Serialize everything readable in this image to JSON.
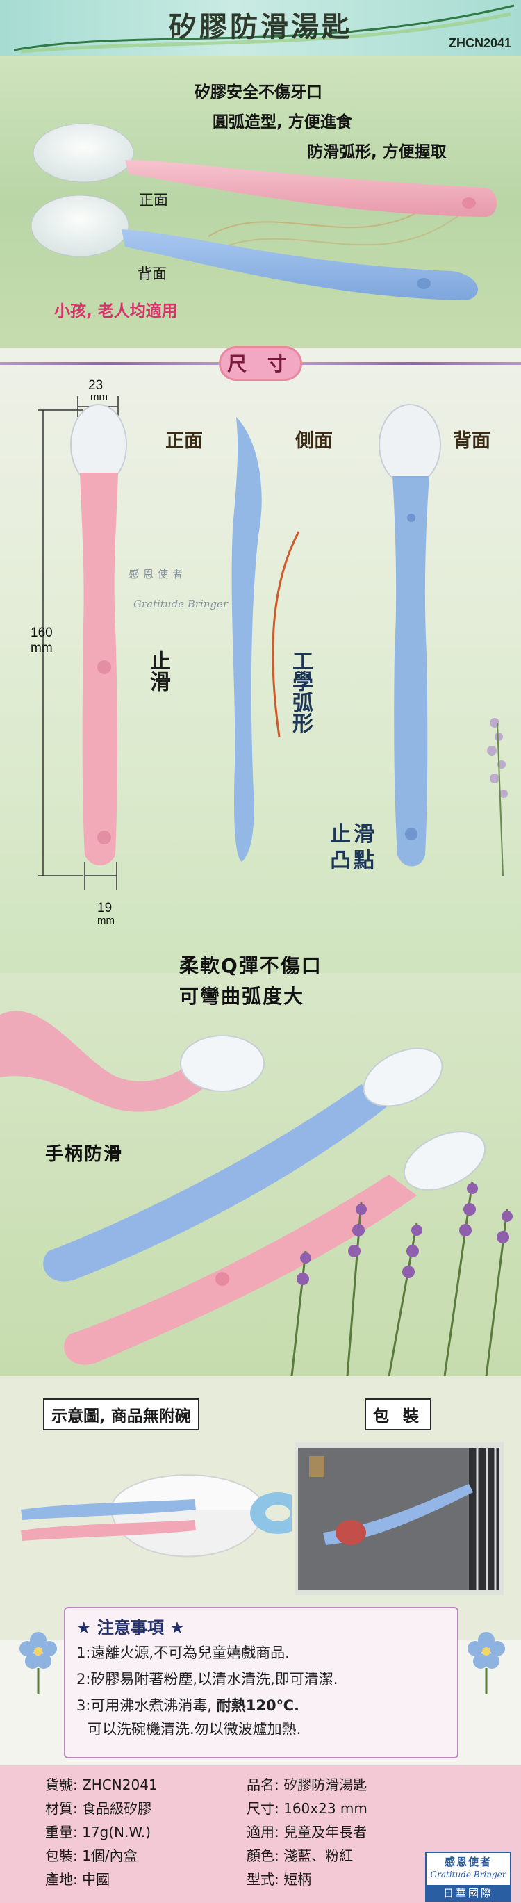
{
  "header": {
    "title": "矽膠防滑湯匙",
    "model_code": "ZHCN2041"
  },
  "features": [
    "矽膠安全不傷牙口",
    "圓弧造型, 方便進食",
    "防滑弧形, 方便握取"
  ],
  "hero": {
    "front_label": "正面",
    "back_label": "背面",
    "audience": "小孩, 老人均適用"
  },
  "size": {
    "heading": "尺 寸",
    "views": {
      "front": "正面",
      "side": "側面",
      "back": "背面"
    },
    "dims": {
      "top_width": "23",
      "top_unit": "mm",
      "length": "160",
      "length_unit": "mm",
      "bottom_width": "19",
      "bottom_unit": "mm"
    },
    "anti_slip": "止滑",
    "ergonomic": "工學弧形",
    "bump_1": "止滑",
    "bump_2": "凸點",
    "watermark_cn": "感恩使者",
    "watermark_en": "Gratitude Bringer"
  },
  "flex": {
    "line1": "柔軟Q彈不傷口",
    "line2": "可彎曲弧度大",
    "grip": "手柄防滑"
  },
  "bowl": {
    "note": "示意圖, 商品無附碗",
    "package": "包 裝"
  },
  "notes": {
    "title": "★ 注意事項 ★",
    "n1": "1:遠離火源,不可為兒童嬉戲商品.",
    "n2": "2:矽膠易附著粉塵,以清水清洗,即可清潔.",
    "n3a": "3:可用沸水煮沸消毒, ",
    "n3b": "耐熱120℃.",
    "n3c": "可以洗碗機清洗.勿以微波爐加熱."
  },
  "spec": {
    "left": [
      "貨號: ZHCN2041",
      "材質: 食品級矽膠",
      "重量: 17g(N.W.)",
      "包裝: 1個/內盒",
      "產地: 中國"
    ],
    "right": [
      "品名: 矽膠防滑湯匙",
      "尺寸: 160x23 mm",
      "適用: 兒童及年長者",
      "顏色: 淺藍、粉紅",
      "型式: 短柄"
    ],
    "brand_cn": "感恩使者",
    "brand_en": "Gratitude Bringer",
    "brand_company": "日華國際"
  },
  "colors": {
    "pink": "#f2a7b6",
    "blue": "#8fb6e6",
    "accent": "#d6336a"
  }
}
